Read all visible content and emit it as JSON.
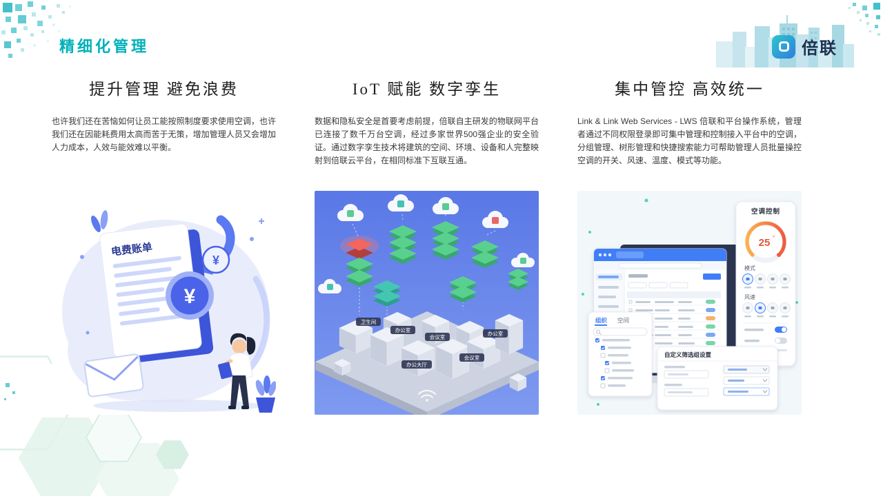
{
  "page": {
    "title": "精细化管理"
  },
  "brand": {
    "name": "倍联"
  },
  "columns": [
    {
      "heading": "提升管理 避免浪费",
      "body": "也许我们还在苦恼如何让员工能按照制度要求使用空调，也许我们还在因能耗费用太高而苦于无策，增加管理人员又会增加人力成本，人效与能效难以平衡。"
    },
    {
      "heading": "IoT 赋能 数字孪生",
      "body": "数据和隐私安全是首要考虑前提，倍联自主研发的物联网平台已连接了数千万台空调，经过多家世界500强企业的安全验证。通过数字孪生技术将建筑的空间、环境、设备和人完整映射到倍联云平台，在相同标准下互联互通。"
    },
    {
      "heading": "集中管控 高效统一",
      "body": "Link & Link Web Services - LWS 倍联和平台操作系统，管理者通过不同权限登录即可集中管理和控制接入平台中的空调，分组管理、树形管理和快捷搜索能力可帮助管理人员批量操控空调的开关、风速、温度、模式等功能。"
    }
  ],
  "illustrations": {
    "bill": {
      "title": "电费账单",
      "currency": "¥"
    },
    "iot": {
      "rooms": [
        "卫生间",
        "办公室",
        "会议室",
        "办公大厅",
        "会议室",
        "办公室"
      ]
    },
    "console": {
      "panel_title": "空调控制",
      "temperature": "25",
      "temperature_unit": "°",
      "mode_label": "模式",
      "fan_label": "风速",
      "tree_tabs": [
        "组织",
        "空间"
      ],
      "popup_title": "自定义筛选组设置"
    }
  },
  "colors": {
    "accent_teal": "#00b1ba",
    "ui_blue": "#3f7ef7",
    "indigo": "#5b79f0"
  }
}
